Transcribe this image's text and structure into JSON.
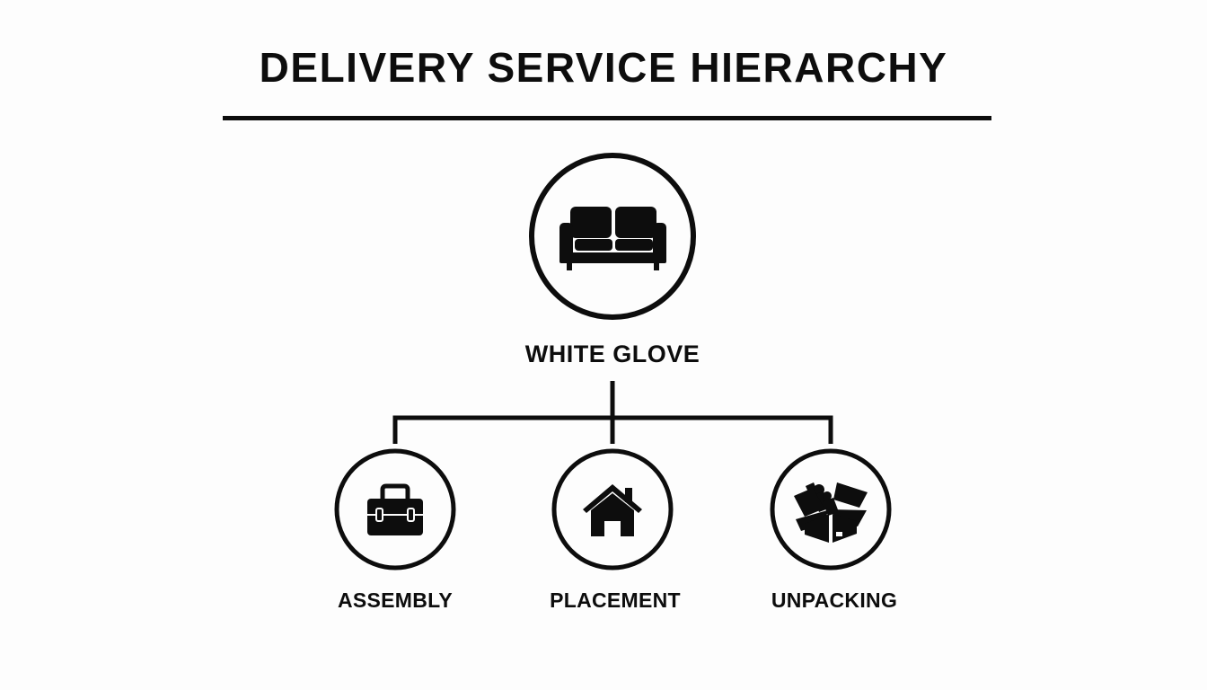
{
  "title": "DELIVERY SERVICE HIERARCHY",
  "colors": {
    "background": "#fdfdfd",
    "ink": "#0d0d0d"
  },
  "root": {
    "label": "WHITE GLOVE",
    "icon": "sofa-icon"
  },
  "children": [
    {
      "label": "ASSEMBLY",
      "icon": "toolbox-icon"
    },
    {
      "label": "PLACEMENT",
      "icon": "house-icon"
    },
    {
      "label": "UNPACKING",
      "icon": "open-box-icon"
    }
  ]
}
